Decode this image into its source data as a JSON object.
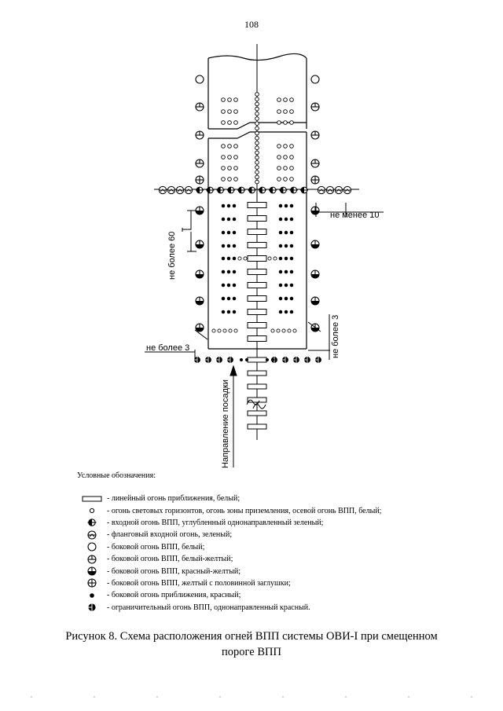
{
  "page_number": "108",
  "diagram": {
    "labels": {
      "not_less_10": "не менее 10",
      "not_more_60": "не более 60",
      "not_more_3_left": "не более 3",
      "not_more_3_right": "не более 3",
      "landing_direction": "Направление посадки"
    }
  },
  "legend": {
    "title": "Условные обозначения:",
    "items": [
      {
        "icon": "approach-line-light-icon",
        "text": "- линейный огонь приближения, белый;"
      },
      {
        "icon": "white-light-icon",
        "text": "- огонь световых горизонтов, огонь зоны приземления, осевой огонь ВПП, белый;"
      },
      {
        "icon": "threshold-recessed-light-icon",
        "text": "- входной огонь ВПП, углубленный однонаправленный зеленый;"
      },
      {
        "icon": "wing-bar-light-icon",
        "text": "- фланговый входной огонь, зеленый;"
      },
      {
        "icon": "edge-white-light-icon",
        "text": "- боковой огонь ВПП, белый;"
      },
      {
        "icon": "edge-white-yellow-light-icon",
        "text": "- боковой огонь ВПП, белый-желтый;"
      },
      {
        "icon": "edge-red-yellow-light-icon",
        "text": "- боковой огонь ВПП, красный-желтый;"
      },
      {
        "icon": "edge-yellow-half-shield-light-icon",
        "text": "- боковой огонь ВПП, желтый с половинной заглушки;"
      },
      {
        "icon": "approach-side-red-light-icon",
        "text": "- боковой огонь приближения, красный;"
      },
      {
        "icon": "end-red-light-icon",
        "text": "- ограничительный огонь ВПП, однонаправленный красный."
      }
    ]
  },
  "caption": {
    "line1": "Рисунок 8. Схема расположения огней ВПП системы ОВИ-I при смещенном",
    "line2": "пороге ВПП"
  }
}
